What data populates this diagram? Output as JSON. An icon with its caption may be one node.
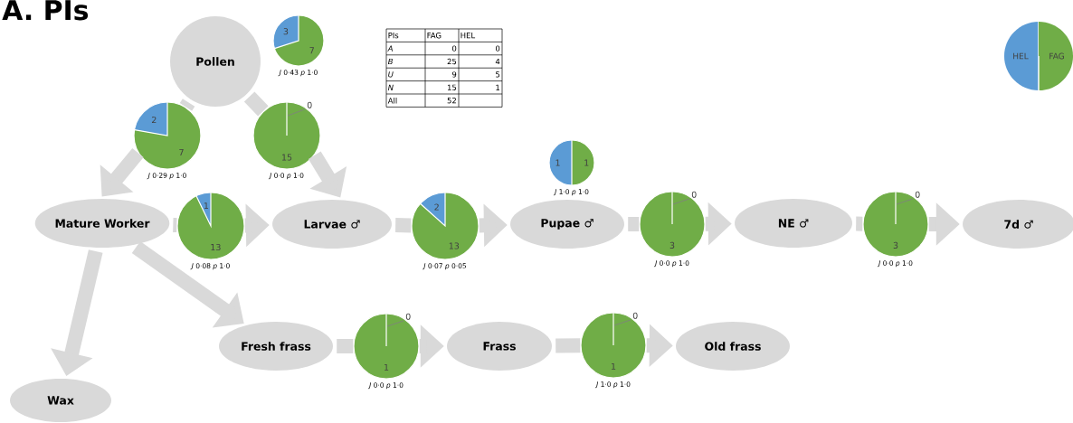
{
  "diagram": {
    "title": "A. PIs",
    "nodes": [
      {
        "text": [
          "Pollen"
        ]
      },
      {
        "text": [
          "Mature Worker"
        ]
      },
      {
        "text": [
          "Larvae ♂"
        ]
      },
      {
        "text": [
          "Pupae ♂"
        ]
      },
      {
        "text": [
          "NE ♂"
        ]
      },
      {
        "text": [
          "7d ♂"
        ]
      },
      {
        "text": [
          "Fresh frass"
        ]
      },
      {
        "text": [
          "Frass"
        ]
      },
      {
        "text": [
          "Old frass"
        ]
      },
      {
        "text": [
          "Wax"
        ]
      },
      {
        "text": [
          "3",
          "7"
        ],
        "beside": [
          "*J* 0·43  *p* 1·0"
        ]
      },
      {
        "text": [
          "2",
          "7"
        ],
        "beside": [
          "*J* 0·29  *p* 1·0"
        ]
      },
      {
        "text": [
          "0",
          "15"
        ],
        "beside": [
          "*J* 0·0  *p* 1·0"
        ]
      },
      {
        "text": [
          "1",
          "13"
        ],
        "beside": [
          "*J* 0·08  *p* 1·0"
        ]
      },
      {
        "text": [
          "2",
          "13"
        ],
        "beside": [
          "*J* 0·07  *p* 0·05"
        ]
      },
      {
        "text": [
          "1",
          "1"
        ],
        "beside": [
          "*J* 1·0  *p* 1·0"
        ]
      },
      {
        "text": [
          "0",
          "3"
        ],
        "beside": [
          "*J* 0·0  *p* 1·0"
        ]
      },
      {
        "text": [
          "0",
          "3"
        ],
        "beside": [
          "*J* 0·0  *p* 1·0"
        ]
      },
      {
        "text": [
          "0",
          "1"
        ],
        "beside": [
          "*J* 0·0  *p* 1·0"
        ]
      },
      {
        "text": [
          "0",
          "1"
        ],
        "beside": [
          "*J* 1·0  *p* 1·0"
        ]
      }
    ],
    "edges": [
      {
        "from": 0,
        "to": 11,
        "arrow": "none"
      },
      {
        "from": 11,
        "to": 1,
        "arrow": "to"
      },
      {
        "from": 0,
        "to": 12,
        "arrow": "none"
      },
      {
        "from": 12,
        "to": 2,
        "arrow": "to"
      },
      {
        "from": 1,
        "to": 13,
        "arrow": "none"
      },
      {
        "from": 13,
        "to": 2,
        "arrow": "to"
      },
      {
        "from": 2,
        "to": 14,
        "arrow": "none"
      },
      {
        "from": 14,
        "to": 3,
        "arrow": "to"
      },
      {
        "from": 3,
        "to": 16,
        "arrow": "none"
      },
      {
        "from": 16,
        "to": 4,
        "arrow": "to"
      },
      {
        "from": 4,
        "to": 17,
        "arrow": "none"
      },
      {
        "from": 17,
        "to": 5,
        "arrow": "to"
      },
      {
        "from": 1,
        "to": 9,
        "arrow": "to"
      },
      {
        "from": 1,
        "to": 6,
        "arrow": "to"
      },
      {
        "from": 6,
        "to": 18,
        "arrow": "none"
      },
      {
        "from": 18,
        "to": 7,
        "arrow": "to"
      },
      {
        "from": 7,
        "to": 19,
        "arrow": "none"
      },
      {
        "from": 19,
        "to": 8,
        "arrow": "to"
      }
    ],
    "labels": [
      "PIs",
      "FAG",
      "HEL",
      "A",
      "0",
      "0",
      "B",
      "25",
      "4",
      "U",
      "9",
      "5",
      "N",
      "15",
      "1",
      "All",
      "52"
    ],
    "legend": [
      {
        "text": "HEL",
        "color": "#5b9bd5"
      },
      {
        "text": "FAG",
        "color": "#70ad47"
      }
    ]
  }
}
